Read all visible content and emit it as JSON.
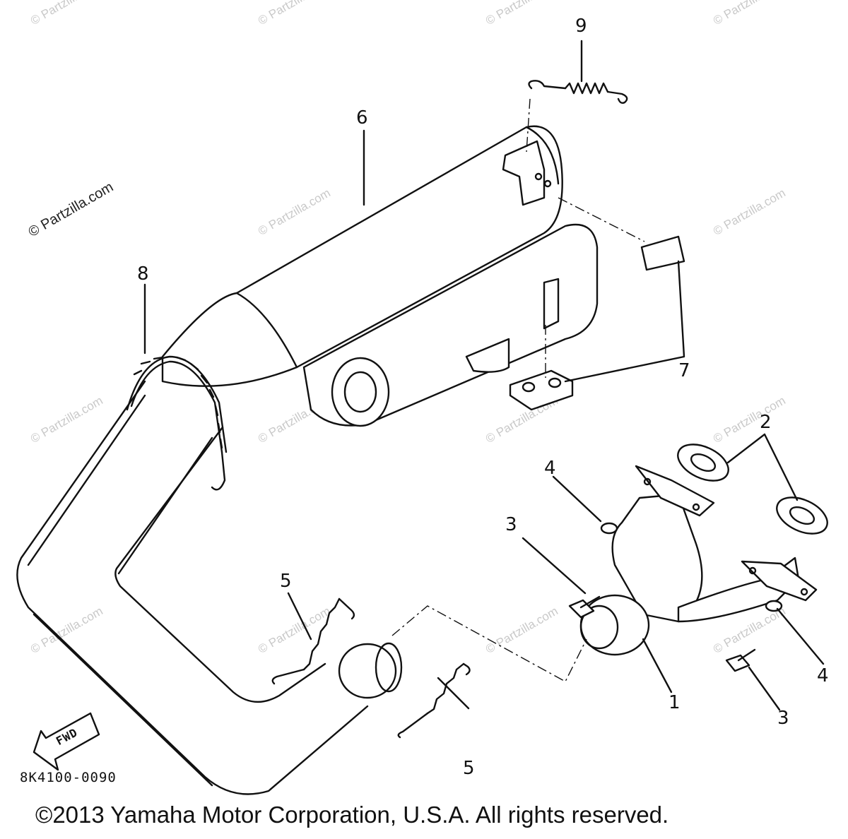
{
  "watermark": "© Partzilla.com",
  "diagram_code": "8K4100-0090",
  "fwd_label": "FWD",
  "copyright": "©2013 Yamaha Motor Corporation, U.S.A. All rights reserved.",
  "callouts": [
    "1",
    "2",
    "3",
    "3",
    "4",
    "4",
    "5",
    "5",
    "6",
    "7",
    "8",
    "9"
  ]
}
